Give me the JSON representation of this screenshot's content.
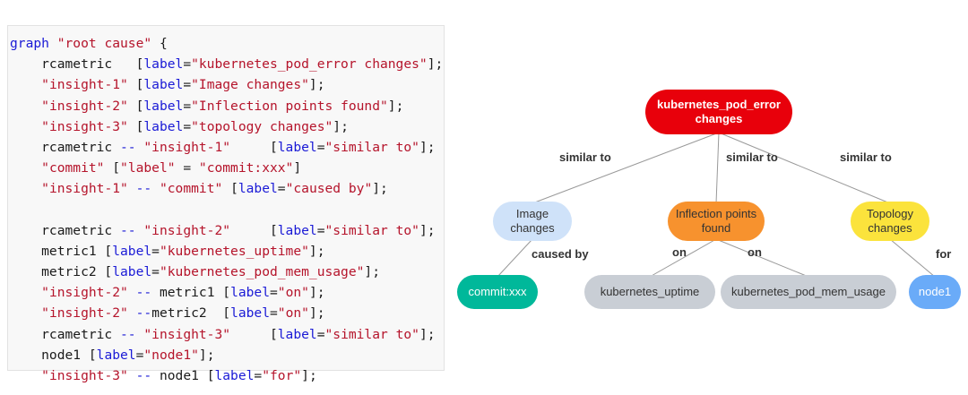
{
  "code": {
    "lines": [
      [
        {
          "t": "kw",
          "v": "graph"
        },
        {
          "t": "plain",
          "v": " "
        },
        {
          "t": "str",
          "v": "\"root cause\""
        },
        {
          "t": "plain",
          "v": " {"
        }
      ],
      [
        {
          "t": "plain",
          "v": "    rcametric   ["
        },
        {
          "t": "kw",
          "v": "label"
        },
        {
          "t": "plain",
          "v": "="
        },
        {
          "t": "str",
          "v": "\"kubernetes_pod_error changes\""
        },
        {
          "t": "plain",
          "v": "];"
        }
      ],
      [
        {
          "t": "plain",
          "v": "    "
        },
        {
          "t": "str",
          "v": "\"insight-1\""
        },
        {
          "t": "plain",
          "v": " ["
        },
        {
          "t": "kw",
          "v": "label"
        },
        {
          "t": "plain",
          "v": "="
        },
        {
          "t": "str",
          "v": "\"Image changes\""
        },
        {
          "t": "plain",
          "v": "];"
        }
      ],
      [
        {
          "t": "plain",
          "v": "    "
        },
        {
          "t": "str",
          "v": "\"insight-2\""
        },
        {
          "t": "plain",
          "v": " ["
        },
        {
          "t": "kw",
          "v": "label"
        },
        {
          "t": "plain",
          "v": "="
        },
        {
          "t": "str",
          "v": "\"Inflection points found\""
        },
        {
          "t": "plain",
          "v": "];"
        }
      ],
      [
        {
          "t": "plain",
          "v": "    "
        },
        {
          "t": "str",
          "v": "\"insight-3\""
        },
        {
          "t": "plain",
          "v": " ["
        },
        {
          "t": "kw",
          "v": "label"
        },
        {
          "t": "plain",
          "v": "="
        },
        {
          "t": "str",
          "v": "\"topology changes\""
        },
        {
          "t": "plain",
          "v": "];"
        }
      ],
      [
        {
          "t": "plain",
          "v": "    rcametric "
        },
        {
          "t": "kw",
          "v": "--"
        },
        {
          "t": "plain",
          "v": " "
        },
        {
          "t": "str",
          "v": "\"insight-1\""
        },
        {
          "t": "plain",
          "v": "     ["
        },
        {
          "t": "kw",
          "v": "label"
        },
        {
          "t": "plain",
          "v": "="
        },
        {
          "t": "str",
          "v": "\"similar to\""
        },
        {
          "t": "plain",
          "v": "];"
        }
      ],
      [
        {
          "t": "plain",
          "v": "    "
        },
        {
          "t": "str",
          "v": "\"commit\""
        },
        {
          "t": "plain",
          "v": " ["
        },
        {
          "t": "str",
          "v": "\"label\""
        },
        {
          "t": "plain",
          "v": " = "
        },
        {
          "t": "str",
          "v": "\"commit:xxx\""
        },
        {
          "t": "plain",
          "v": "]"
        }
      ],
      [
        {
          "t": "plain",
          "v": "    "
        },
        {
          "t": "str",
          "v": "\"insight-1\""
        },
        {
          "t": "plain",
          "v": " "
        },
        {
          "t": "kw",
          "v": "--"
        },
        {
          "t": "plain",
          "v": " "
        },
        {
          "t": "str",
          "v": "\"commit\""
        },
        {
          "t": "plain",
          "v": " ["
        },
        {
          "t": "kw",
          "v": "label"
        },
        {
          "t": "plain",
          "v": "="
        },
        {
          "t": "str",
          "v": "\"caused by\""
        },
        {
          "t": "plain",
          "v": "];"
        }
      ],
      [],
      [
        {
          "t": "plain",
          "v": "    rcametric "
        },
        {
          "t": "kw",
          "v": "--"
        },
        {
          "t": "plain",
          "v": " "
        },
        {
          "t": "str",
          "v": "\"insight-2\""
        },
        {
          "t": "plain",
          "v": "     ["
        },
        {
          "t": "kw",
          "v": "label"
        },
        {
          "t": "plain",
          "v": "="
        },
        {
          "t": "str",
          "v": "\"similar to\""
        },
        {
          "t": "plain",
          "v": "];"
        }
      ],
      [
        {
          "t": "plain",
          "v": "    metric1 ["
        },
        {
          "t": "kw",
          "v": "label"
        },
        {
          "t": "plain",
          "v": "="
        },
        {
          "t": "str",
          "v": "\"kubernetes_uptime\""
        },
        {
          "t": "plain",
          "v": "];"
        }
      ],
      [
        {
          "t": "plain",
          "v": "    metric2 ["
        },
        {
          "t": "kw",
          "v": "label"
        },
        {
          "t": "plain",
          "v": "="
        },
        {
          "t": "str",
          "v": "\"kubernetes_pod_mem_usage\""
        },
        {
          "t": "plain",
          "v": "];"
        }
      ],
      [
        {
          "t": "plain",
          "v": "    "
        },
        {
          "t": "str",
          "v": "\"insight-2\""
        },
        {
          "t": "plain",
          "v": " "
        },
        {
          "t": "kw",
          "v": "--"
        },
        {
          "t": "plain",
          "v": " metric1 ["
        },
        {
          "t": "kw",
          "v": "label"
        },
        {
          "t": "plain",
          "v": "="
        },
        {
          "t": "str",
          "v": "\"on\""
        },
        {
          "t": "plain",
          "v": "];"
        }
      ],
      [
        {
          "t": "plain",
          "v": "    "
        },
        {
          "t": "str",
          "v": "\"insight-2\""
        },
        {
          "t": "plain",
          "v": " "
        },
        {
          "t": "kw",
          "v": "--"
        },
        {
          "t": "plain",
          "v": "metric2  ["
        },
        {
          "t": "kw",
          "v": "label"
        },
        {
          "t": "plain",
          "v": "="
        },
        {
          "t": "str",
          "v": "\"on\""
        },
        {
          "t": "plain",
          "v": "];"
        }
      ],
      [
        {
          "t": "plain",
          "v": "    rcametric "
        },
        {
          "t": "kw",
          "v": "--"
        },
        {
          "t": "plain",
          "v": " "
        },
        {
          "t": "str",
          "v": "\"insight-3\""
        },
        {
          "t": "plain",
          "v": "     ["
        },
        {
          "t": "kw",
          "v": "label"
        },
        {
          "t": "plain",
          "v": "="
        },
        {
          "t": "str",
          "v": "\"similar to\""
        },
        {
          "t": "plain",
          "v": "];"
        }
      ],
      [
        {
          "t": "plain",
          "v": "    node1 ["
        },
        {
          "t": "kw",
          "v": "label"
        },
        {
          "t": "plain",
          "v": "="
        },
        {
          "t": "str",
          "v": "\"node1\""
        },
        {
          "t": "plain",
          "v": "];"
        }
      ],
      [
        {
          "t": "plain",
          "v": "    "
        },
        {
          "t": "str",
          "v": "\"insight-3\""
        },
        {
          "t": "plain",
          "v": " "
        },
        {
          "t": "kw",
          "v": "--"
        },
        {
          "t": "plain",
          "v": " node1 ["
        },
        {
          "t": "kw",
          "v": "label"
        },
        {
          "t": "plain",
          "v": "="
        },
        {
          "t": "str",
          "v": "\"for\""
        },
        {
          "t": "plain",
          "v": "];"
        }
      ]
    ],
    "colors": {
      "keyword": "#1a1ad6",
      "string": "#b5142b",
      "plain": "#1a1a1a"
    }
  },
  "graph": {
    "nodes": {
      "root": {
        "label": "kubernetes_pod_error changes",
        "color": "#e8000b",
        "text_color": "#ffffff"
      },
      "insight1": {
        "label": "Image changes",
        "color": "#cfe2f9",
        "text_color": "#333333"
      },
      "insight2": {
        "label": "Inflection points found",
        "color": "#f7922e",
        "text_color": "#333333"
      },
      "insight3": {
        "label": "Topology changes",
        "color": "#fbe33c",
        "text_color": "#333333"
      },
      "commit": {
        "label": "commit:xxx",
        "color": "#00b89a",
        "text_color": "#ffffff"
      },
      "metric1": {
        "label": "kubernetes_uptime",
        "color": "#c9ced5",
        "text_color": "#333333"
      },
      "metric2": {
        "label": "kubernetes_pod_mem_usage",
        "color": "#c9ced5",
        "text_color": "#333333"
      },
      "node1": {
        "label": "node1",
        "color": "#6aabf8",
        "text_color": "#ffffff"
      }
    },
    "edges": [
      {
        "from": "root",
        "to": "insight1",
        "label": "similar to"
      },
      {
        "from": "root",
        "to": "insight2",
        "label": "similar to"
      },
      {
        "from": "root",
        "to": "insight3",
        "label": "similar to"
      },
      {
        "from": "insight1",
        "to": "commit",
        "label": "caused by"
      },
      {
        "from": "insight2",
        "to": "metric1",
        "label": "on"
      },
      {
        "from": "insight2",
        "to": "metric2",
        "label": "on"
      },
      {
        "from": "insight3",
        "to": "node1",
        "label": "for"
      }
    ],
    "edge_color": "#999999"
  }
}
